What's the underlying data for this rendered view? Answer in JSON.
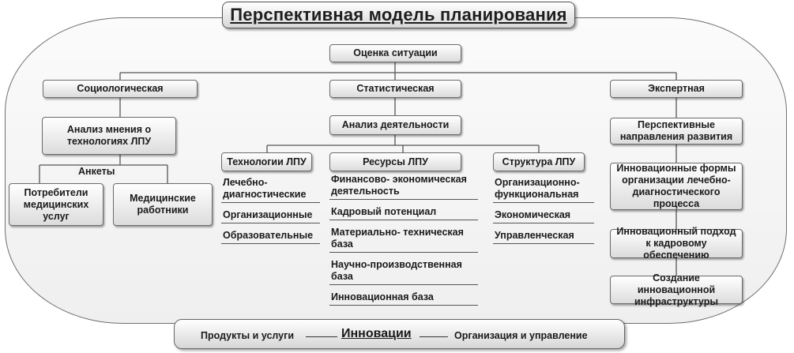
{
  "title": "Перспективная модель планирования",
  "root": "Оценка ситуации",
  "branches": {
    "sociological": {
      "label": "Социологическая",
      "child": "Анализ мнения о технологиях ЛПУ",
      "survey_label": "Анкеты",
      "leaves": [
        "Потребители медицинских услуг",
        "Медицинские работники"
      ]
    },
    "statistical": {
      "label": "Статистическая",
      "child": "Анализ деятельности",
      "groups": [
        {
          "label": "Технологии ЛПУ",
          "items": [
            "Лечебно-диагностические",
            "Организационные",
            "Образовательные"
          ]
        },
        {
          "label": "Ресурсы ЛПУ",
          "items": [
            "Финансово- экономическая деятельность",
            "Кадровый потенциал",
            "Материально- техническая база",
            "Научно-производственная база",
            "Инновационная база"
          ]
        },
        {
          "label": "Структура ЛПУ",
          "items": [
            "Организационно-функциональная",
            "Экономическая",
            "Управленческая"
          ]
        }
      ]
    },
    "expert": {
      "label": "Экспертная",
      "chain": [
        "Перспективные направления развития",
        "Инновационные формы организации лечебно-диагностического процесса",
        "Инновационный подход к кадровому обеспечению",
        "Создание инновационной инфраструктуры"
      ]
    }
  },
  "bottom": {
    "left": "Продукты и услуги",
    "center": "Инновации",
    "right": "Организация и управление"
  }
}
